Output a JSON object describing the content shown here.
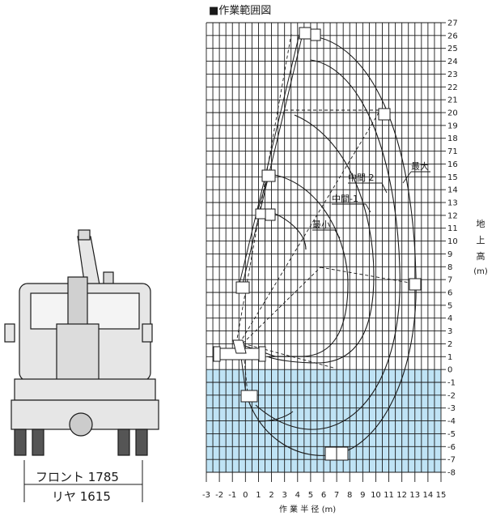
{
  "title": "■作業範囲図",
  "truck": {
    "front_label": "フロント 1785",
    "rear_label": "リヤ 1615"
  },
  "height_axis": {
    "label_chars": [
      "地",
      "上",
      "高",
      "(m)"
    ],
    "ticks": [
      "27",
      "26",
      "25",
      "24",
      "23",
      "22",
      "21",
      "20",
      "19",
      "18",
      "71",
      "16",
      "15",
      "14",
      "13",
      "12",
      "11",
      "10",
      "9",
      "8",
      "7",
      "6",
      "5",
      "4",
      "3",
      "2",
      "1",
      "0",
      "-1",
      "-2",
      "-3",
      "-4",
      "-5",
      "-6",
      "-7",
      "-8"
    ]
  },
  "radius_axis": {
    "label": "作 業 半 径 (m)",
    "ticks": [
      "-3",
      "-2",
      "-1",
      "0",
      "1",
      "2",
      "3",
      "4",
      "5",
      "6",
      "7",
      "8",
      "9",
      "10",
      "11",
      "12",
      "13",
      "14",
      "15"
    ]
  },
  "curve_labels": {
    "max": "最大",
    "mid2": "中間 2",
    "mid1": "中間-1",
    "min": "最小"
  },
  "colors": {
    "grid": "#1a1a1a",
    "below_ground": "#bfe3f5",
    "line": "#1a1a1a",
    "truck_fill": "#e6e6e6"
  }
}
